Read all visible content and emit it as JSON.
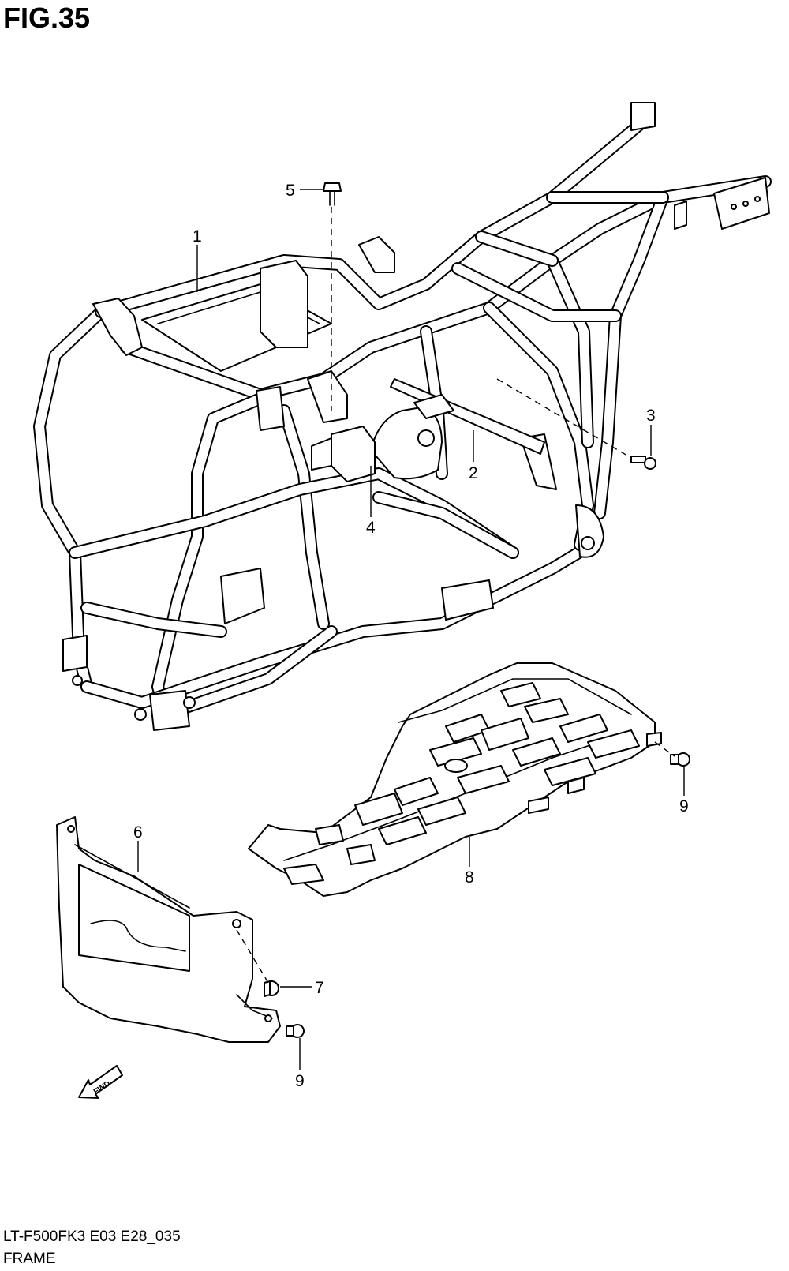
{
  "figure": {
    "title": "FIG.35",
    "model_code": "LT-F500FK3 E03 E28_035",
    "section_name": "FRAME"
  },
  "callouts": [
    {
      "id": "1",
      "label": "1"
    },
    {
      "id": "2",
      "label": "2"
    },
    {
      "id": "3",
      "label": "3"
    },
    {
      "id": "4",
      "label": "4"
    },
    {
      "id": "5",
      "label": "5"
    },
    {
      "id": "6",
      "label": "6"
    },
    {
      "id": "7",
      "label": "7"
    },
    {
      "id": "8",
      "label": "8"
    },
    {
      "id": "9a",
      "label": "9"
    },
    {
      "id": "9b",
      "label": "9"
    }
  ],
  "direction_marker": {
    "label": "FWD",
    "icon": "fwd-arrow-icon"
  }
}
